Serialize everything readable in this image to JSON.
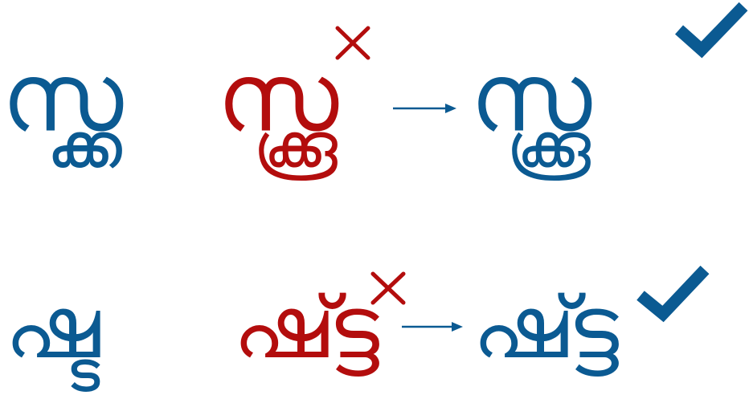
{
  "colors": {
    "correct": "#0b5a92",
    "incorrect": "#b30d0d"
  },
  "rows": [
    {
      "base": "സ്ക്ക",
      "wrong": "സ്ക്കൂ",
      "correct": "സ്ക്കൂ",
      "wrong_mark": "cross-icon",
      "arrow": "arrow-right-icon",
      "correct_mark": "check-icon"
    },
    {
      "base": "ഷ്ട",
      "wrong": "ഷ്ട്ട",
      "correct": "ഷ്ട്ട",
      "wrong_mark": "cross-icon",
      "arrow": "arrow-right-icon",
      "correct_mark": "check-icon"
    }
  ]
}
